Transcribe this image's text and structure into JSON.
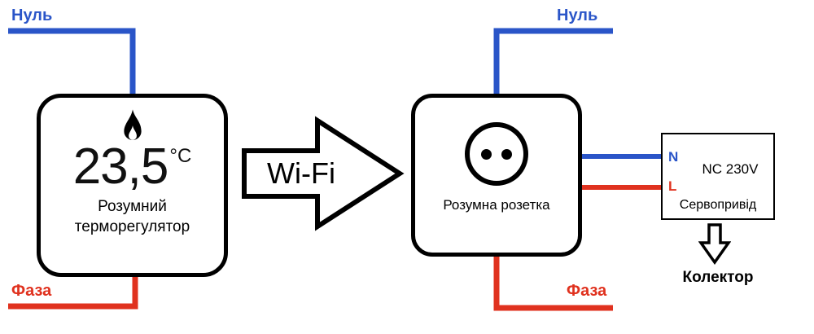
{
  "labels": {
    "null_left": "Нуль",
    "faza_left": "Фаза",
    "null_right": "Нуль",
    "faza_right": "Фаза",
    "wifi": "Wi-Fi",
    "thermostat_temp": "23,5",
    "thermostat_temp_unit": "°C",
    "thermostat_name_line1": "Розумний",
    "thermostat_name_line2": "терморегулятор",
    "socket_name": "Розумна розетка",
    "servo_n": "N",
    "servo_l": "L",
    "servo_spec": "NC 230V",
    "servo_name": "Сервопривід",
    "collector": "Колектор"
  },
  "colors": {
    "wire_neutral_blue": "#2a55c8",
    "wire_phase_red": "#e0321f",
    "outline_black": "#000000",
    "background": "#ffffff"
  },
  "icons": {
    "flame": "flame-icon",
    "socket": "socket-outlet-icon",
    "wifi_arrow": "right-block-arrow-icon",
    "down_arrow": "down-block-arrow-icon"
  }
}
